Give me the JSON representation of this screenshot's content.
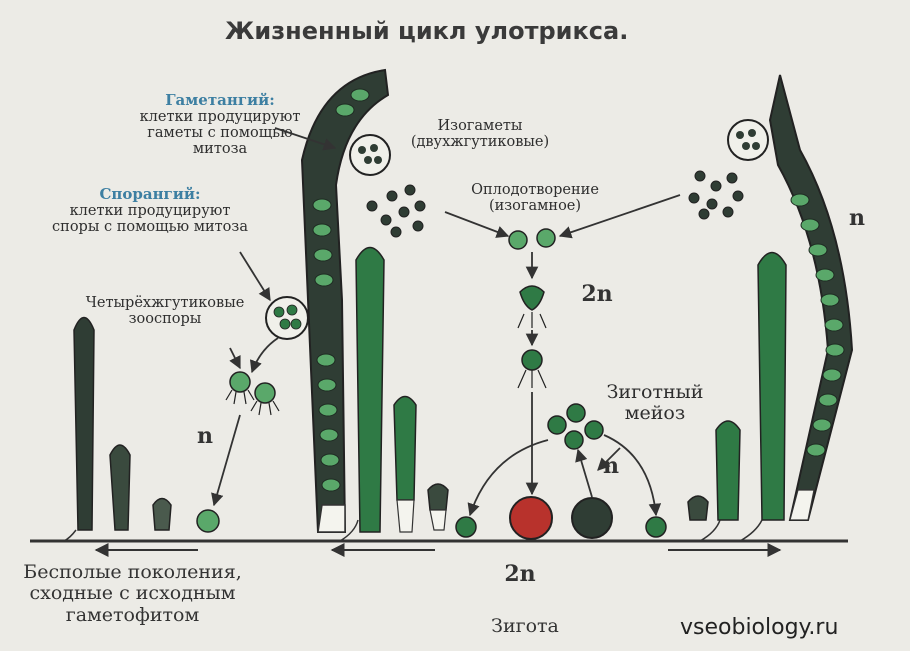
{
  "title": "Жизненный цикл улотрикса.",
  "gametangium": {
    "heading": "Гаметангий:",
    "line1": "клетки продуцируют",
    "line2": "гаметы с помощью митоза"
  },
  "sporangium": {
    "heading": "Спорангий:",
    "line1": "клетки продуцируют",
    "line2": "споры с помощью митоза"
  },
  "zoospores": {
    "line1": "Четырёхжгутиковые",
    "line2": "зооспоры"
  },
  "isogametes": {
    "line1": "Изогаметы",
    "line2": "(двухжгутиковые)"
  },
  "fertilization": {
    "line1": "Оплодотворение",
    "line2": "(изогамное)"
  },
  "ploidy_2n_top": "2n",
  "ploidy_2n_bottom": "2n",
  "ploidy_n_right": "n",
  "ploidy_n_left": "n",
  "ploidy_n_mid": "n",
  "meiosis": {
    "line1": "Зиготный",
    "line2": "мейоз"
  },
  "asexual": {
    "line1": "Бесполые поколения,",
    "line2": "сходные с исходным",
    "line3": "гаметофитом"
  },
  "zygote_label": "Зигота",
  "site": "vseobiology.ru",
  "colors": {
    "background": "#ecebe6",
    "algae_dark": "#2f3d34",
    "algae_green": "#2f7a45",
    "cell_light": "#5aa86a",
    "zygote_red": "#b8322c",
    "blue_label": "#3d7fa2"
  }
}
